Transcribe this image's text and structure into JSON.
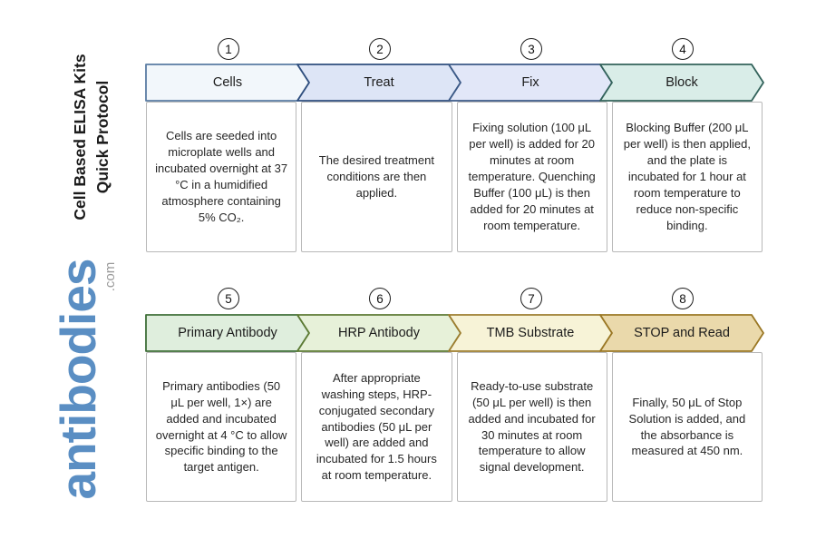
{
  "title": {
    "line1": "Cell Based ELISA Kits",
    "line2": "Quick Protocol"
  },
  "logo": {
    "name": "antibodies",
    "tld": ".com",
    "blue": "#5a8ec3",
    "tld_gray": "#9a9a9a"
  },
  "steps": [
    {
      "number": "1",
      "label": "Cells",
      "description": "Cells are seeded into microplate wells and incubated overnight at 37 °C in a humidified atmosphere containing 5% CO₂.",
      "fill": "#f2f7fb",
      "stroke": "#5a7ca3"
    },
    {
      "number": "2",
      "label": "Treat",
      "description": "The desired treatment conditions are then applied.",
      "fill": "#dde5f6",
      "stroke": "#2e4e7e"
    },
    {
      "number": "3",
      "label": "Fix",
      "description": "Fixing solution (100 μL per well) is added for 20 minutes at room temperature. Quenching Buffer (100 μL) is then added for 20 minutes at room temperature.",
      "fill": "#e2e7f8",
      "stroke": "#3c5a87"
    },
    {
      "number": "4",
      "label": "Block",
      "description": "Blocking Buffer (200 μL per well) is then applied, and the plate is incubated for 1 hour at room temperature to reduce non-specific binding.",
      "fill": "#d9ede8",
      "stroke": "#33635b"
    },
    {
      "number": "5",
      "label": "Primary Antibody",
      "description": "Primary antibodies (50 μL per well, 1×) are added and incubated overnight at 4 °C to allow specific binding to the target antigen.",
      "fill": "#dfeedd",
      "stroke": "#3e6e38"
    },
    {
      "number": "6",
      "label": "HRP Antibody",
      "description": "After appropriate washing steps, HRP-conjugated secondary antibodies (50 μL per well) are added and incubated for 1.5 hours at room temperature.",
      "fill": "#e7f1d9",
      "stroke": "#5c7a33"
    },
    {
      "number": "7",
      "label": "TMB Substrate",
      "description": "Ready-to-use substrate (50 μL per well) is then added and incubated for 30 minutes at room temperature to allow signal development.",
      "fill": "#f7f3d7",
      "stroke": "#9d7d2f"
    },
    {
      "number": "8",
      "label": "STOP and Read",
      "description": "Finally, 50 μL of Stop Solution is added, and the absorbance is measured at 450 nm.",
      "fill": "#ead9ab",
      "stroke": "#9a7724"
    }
  ]
}
